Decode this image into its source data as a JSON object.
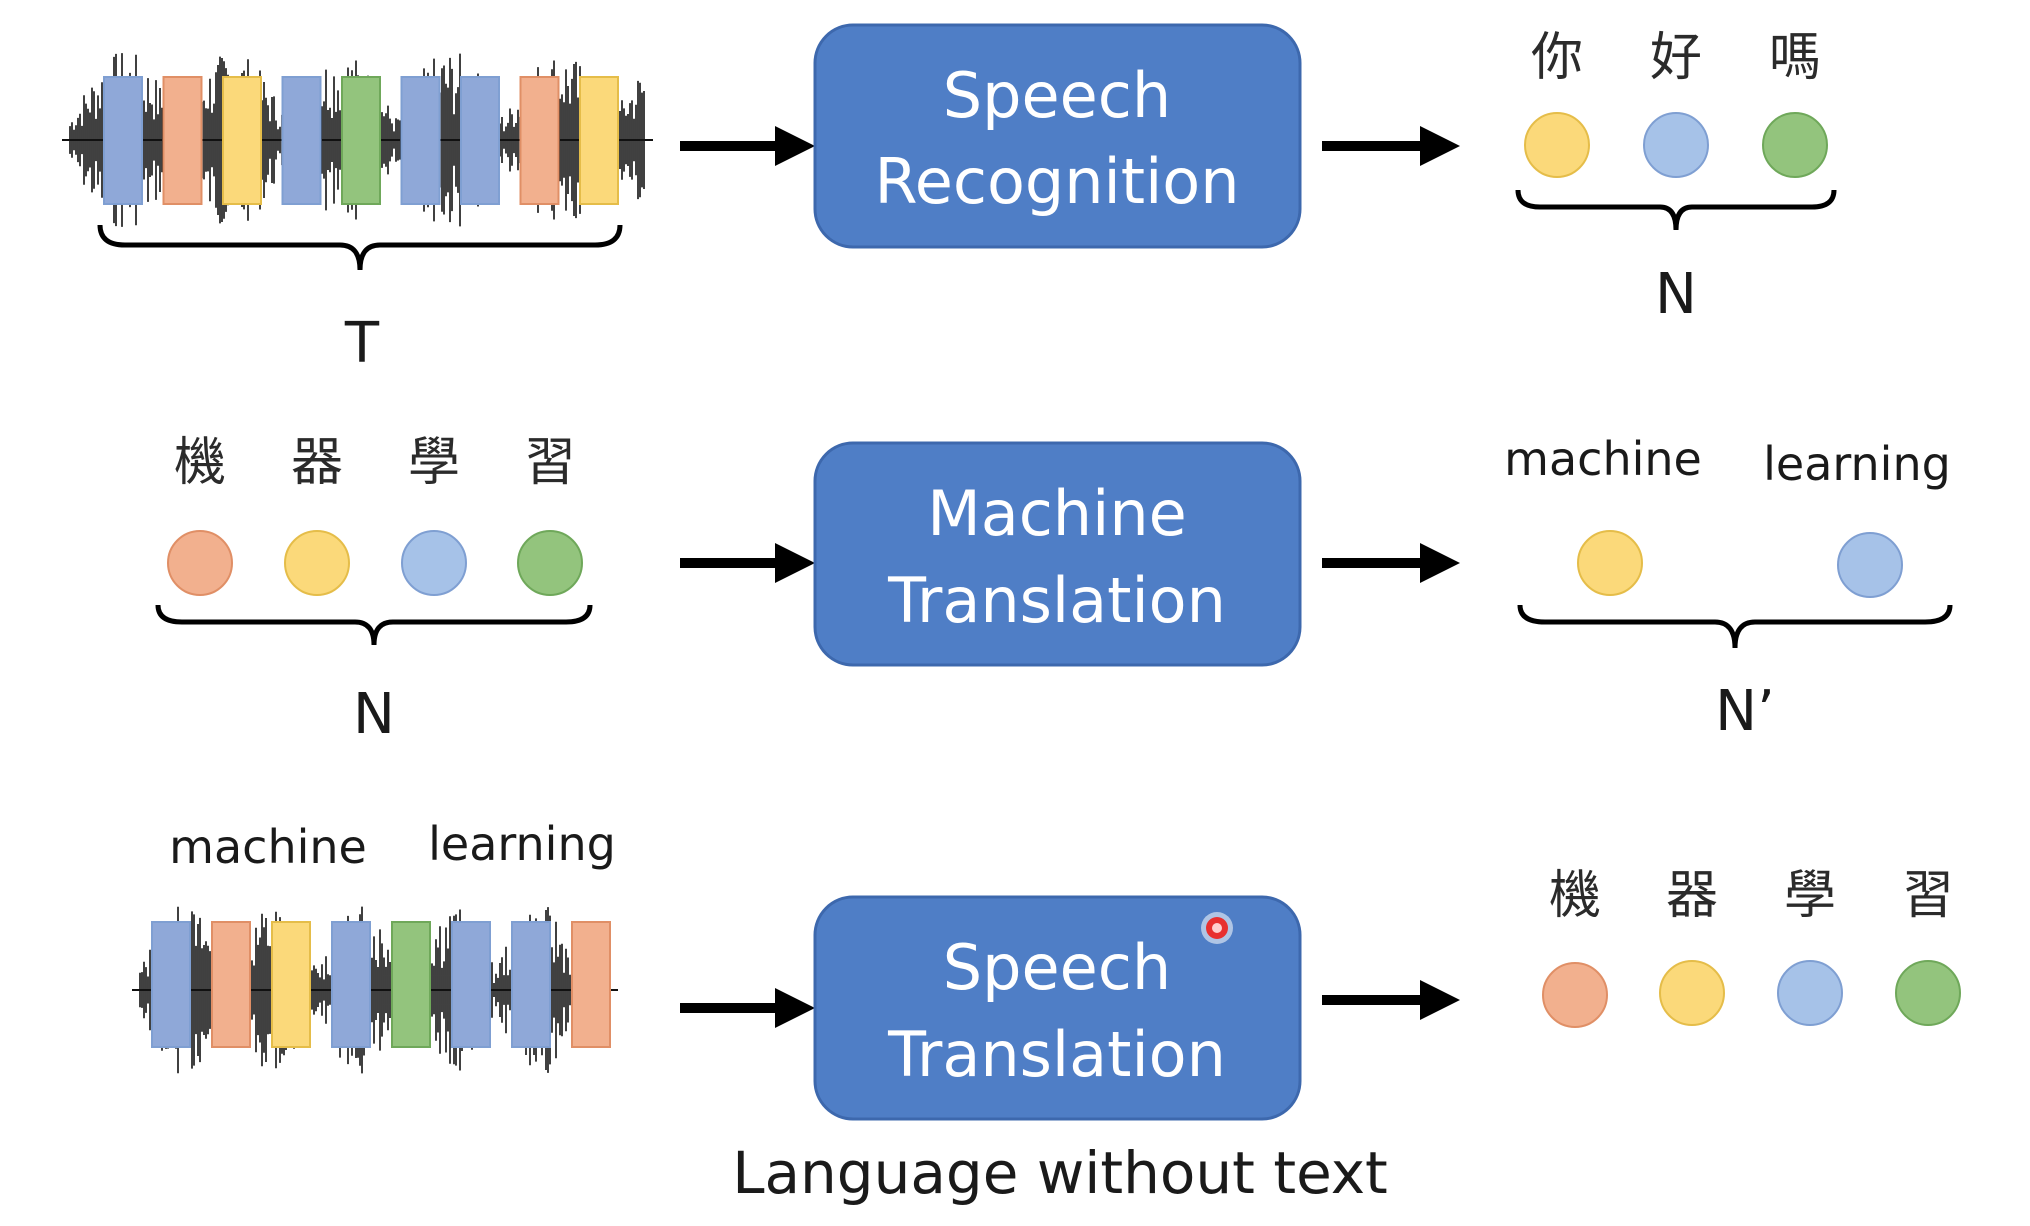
{
  "palette": {
    "box_fill": "#4f7ec6",
    "box_stroke": "#3d68ad",
    "blue": "#a6c2e8",
    "orange": "#f2b08e",
    "yellow": "#fbd97a",
    "green": "#93c47d",
    "segment_blue": "#8fa8d8",
    "arrow": "#000000",
    "pointer": "#e83030"
  },
  "rows": {
    "asr": {
      "box_line1": "Speech",
      "box_line2": "Recognition",
      "input_kind": "audio",
      "input_length_label": "T",
      "input_segment_colors": [
        "blue",
        "orange",
        "yellow",
        "blue",
        "green",
        "blue",
        "blue",
        "orange",
        "yellow"
      ],
      "output_tokens": [
        "你",
        "好",
        "嗎"
      ],
      "output_colors": [
        "yellow",
        "blue",
        "green"
      ],
      "output_length_label": "N"
    },
    "mt": {
      "box_line1": "Machine",
      "box_line2": "Translation",
      "input_tokens": [
        "機",
        "器",
        "學",
        "習"
      ],
      "input_colors": [
        "orange",
        "yellow",
        "blue",
        "green"
      ],
      "input_length_label": "N",
      "output_tokens": [
        "machine",
        "learning"
      ],
      "output_colors": [
        "yellow",
        "blue"
      ],
      "output_length_label": "N’"
    },
    "st": {
      "box_line1": "Speech",
      "box_line2": "Translation",
      "input_kind": "audio",
      "input_words": [
        "machine",
        "learning"
      ],
      "input_segment_colors": [
        "blue",
        "orange",
        "yellow",
        "blue",
        "green",
        "blue",
        "blue",
        "orange"
      ],
      "output_tokens": [
        "機",
        "器",
        "學",
        "習"
      ],
      "output_colors": [
        "orange",
        "yellow",
        "blue",
        "green"
      ]
    }
  },
  "caption": "Language without text"
}
